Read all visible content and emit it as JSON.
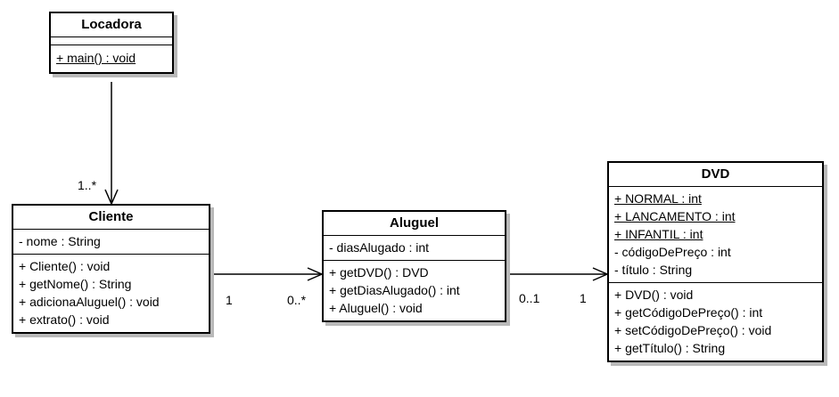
{
  "classes": {
    "locadora": {
      "name": "Locadora",
      "attributes": [],
      "operations": [
        {
          "text": "+ main() : void",
          "static": true
        }
      ]
    },
    "cliente": {
      "name": "Cliente",
      "attributes": [
        {
          "text": "- nome : String",
          "static": false
        }
      ],
      "operations": [
        {
          "text": "+ Cliente() : void",
          "static": false
        },
        {
          "text": "+ getNome() : String",
          "static": false
        },
        {
          "text": "+ adicionaAluguel() : void",
          "static": false
        },
        {
          "text": "+ extrato() : void",
          "static": false
        }
      ]
    },
    "aluguel": {
      "name": "Aluguel",
      "attributes": [
        {
          "text": "- diasAlugado : int",
          "static": false
        }
      ],
      "operations": [
        {
          "text": "+ getDVD() : DVD",
          "static": false
        },
        {
          "text": "+ getDiasAlugado() : int",
          "static": false
        },
        {
          "text": "+ Aluguel() : void",
          "static": false
        }
      ]
    },
    "dvd": {
      "name": "DVD",
      "attributes": [
        {
          "text": "+ NORMAL : int",
          "static": true
        },
        {
          "text": "+ LANCAMENTO : int",
          "static": true
        },
        {
          "text": "+ INFANTIL : int",
          "static": true
        },
        {
          "text": "- códigoDePreço : int",
          "static": false
        },
        {
          "text": "- título : String",
          "static": false
        }
      ],
      "operations": [
        {
          "text": "+ DVD() : void",
          "static": false
        },
        {
          "text": "+ getCódigoDePreço() : int",
          "static": false
        },
        {
          "text": "+ setCódigoDePreço() : void",
          "static": false
        },
        {
          "text": "+ getTítulo() : String",
          "static": false
        }
      ]
    }
  },
  "associations": [
    {
      "from": "locadora",
      "to": "cliente",
      "to_multiplicity": "1..*"
    },
    {
      "from": "cliente",
      "to": "aluguel",
      "from_multiplicity": "1",
      "to_multiplicity": "0..*"
    },
    {
      "from": "aluguel",
      "to": "dvd",
      "from_multiplicity": "0..1",
      "to_multiplicity": "1"
    }
  ]
}
